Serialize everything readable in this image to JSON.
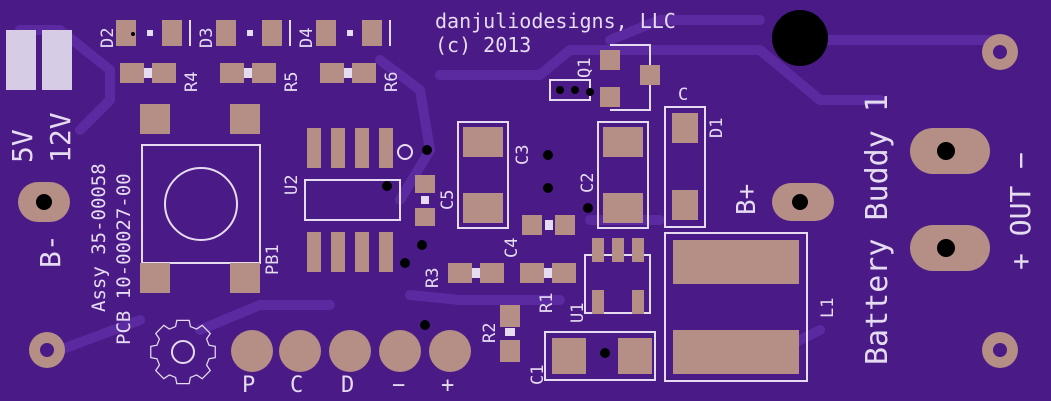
{
  "company": "danjuliodesigns, LLC",
  "copyright": "(c) 2013",
  "product": "Battery Buddy 1",
  "assy": "Assy 35-00058",
  "pcb": "PCB 10-00027-00",
  "jumper_5v": "5V",
  "jumper_12v": "12V",
  "battery_neg": "B-",
  "battery_pos": "B+",
  "out_label": "+ OUT −",
  "out_minus": "−",
  "out_plus": "+",
  "header_pins": [
    "P",
    "C",
    "D",
    "−",
    "+"
  ],
  "refdes": {
    "d1": "D1",
    "d2": "D2",
    "d3": "D3",
    "d4": "D4",
    "r1": "R1",
    "r2": "R2",
    "r3": "R3",
    "r4": "R4",
    "r5": "R5",
    "r6": "R6",
    "c1": "C1",
    "c2": "C2",
    "c3": "C3",
    "c4": "C4",
    "c5": "C5",
    "q1": "Q1",
    "u1": "U1",
    "u2": "U2",
    "pb1": "PB1",
    "l1": "L1",
    "d1_cathode": "C"
  },
  "colors": {
    "board": "#4a1a86",
    "silk": "#e6dcf2",
    "pad": "#b58f86",
    "drill": "#000000"
  }
}
